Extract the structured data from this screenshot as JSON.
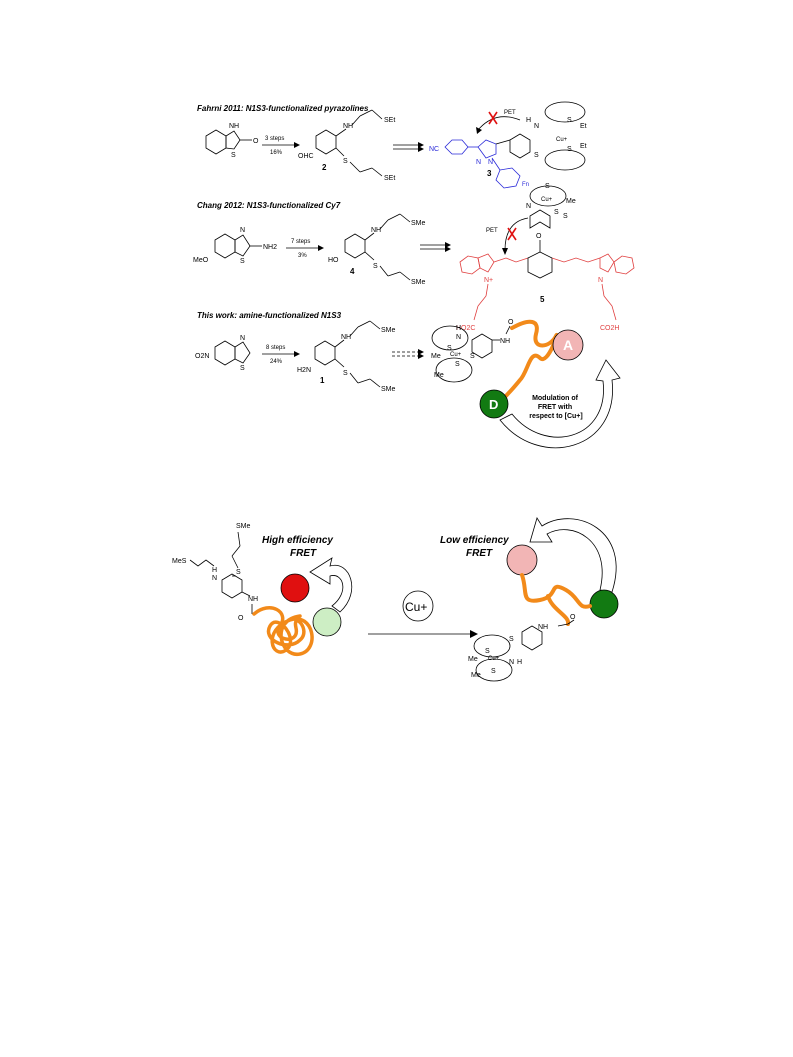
{
  "scheme": {
    "row1": {
      "header": "Fahrni 2011: N1S3-functionalized pyrazolines",
      "step_conditions": "3 steps",
      "step_yield": "16%",
      "intermediate_number": "2",
      "product_number": "3",
      "pet_label": "PET",
      "atoms": {
        "nh": "NH",
        "set": "SEt",
        "s": "S",
        "cho": "OHC",
        "nc": "NC",
        "n": "N",
        "cu": "Cu+",
        "et": "Et",
        "fn": "Fn",
        "h": "H",
        "o": "O"
      }
    },
    "row2": {
      "header": "Chang 2012: N1S3-functionalized Cy7",
      "step_conditions": "7 steps",
      "step_yield": "3%",
      "intermediate_number": "4",
      "product_number": "5",
      "pet_label": "PET",
      "atoms": {
        "meo": "MeO",
        "nh2": "NH2",
        "ho": "HO",
        "sme": "SMe",
        "me": "Me",
        "co2h": "CO2H",
        "ho2c": "HO2C",
        "nplus": "N+",
        "cu": "Cu+"
      }
    },
    "row3": {
      "header": "This work: amine-functionalized N1S3",
      "step_conditions": "8 steps",
      "step_yield": "24%",
      "intermediate_number": "1",
      "acceptor_label": "A",
      "donor_label": "D",
      "modulation_text": [
        "Modulation of",
        "FRET with",
        "respect to [Cu+]"
      ],
      "atoms": {
        "o2n": "O2N",
        "h2n": "H2N",
        "sme": "SMe",
        "nh": "NH",
        "me": "Me",
        "cu": "Cu+"
      }
    }
  },
  "fret": {
    "high_label": [
      "High efficiency",
      "FRET"
    ],
    "low_label": [
      "Low efficiency",
      "FRET"
    ],
    "cu_label": "Cu+",
    "atoms": {
      "sme": "SMe",
      "mes": "MeS",
      "h": "H",
      "n": "N",
      "s": "S",
      "nh": "NH",
      "o": "O",
      "me": "Me",
      "cu": "Cu+"
    }
  },
  "colors": {
    "acceptor_light": "#f2b5b5",
    "acceptor_red": "#e01010",
    "donor_green": "#127a12",
    "donor_light": "#cdeec4",
    "linker_orange": "#f28a1a",
    "pyrazoline_blue": "#2b2bd9",
    "cy7_red": "#e04040",
    "pet_cross": "#e01010"
  }
}
